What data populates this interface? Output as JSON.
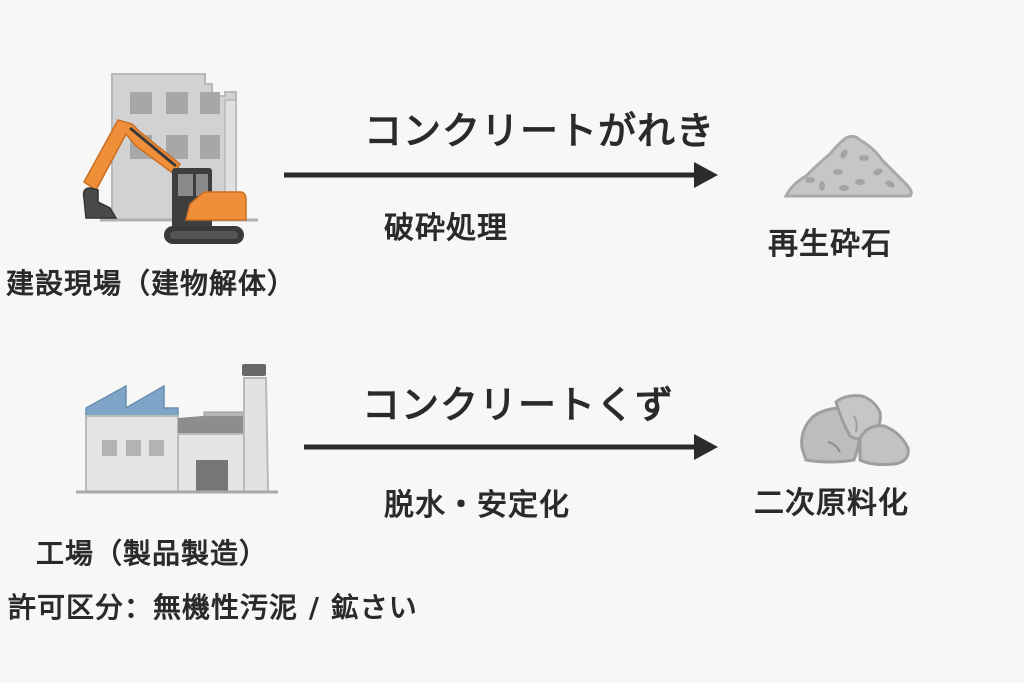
{
  "diagram": {
    "flows": [
      {
        "source": {
          "label": "建設現場（建物解体）",
          "icon": "demolition-site-icon"
        },
        "material": "コンクリートがれき",
        "process": "破砕処理",
        "product": {
          "label": "再生砕石",
          "icon": "gravel-pile-icon"
        }
      },
      {
        "source": {
          "label": "工場（製品製造）",
          "icon": "factory-icon",
          "permit_note": "許可区分：無機性汚泥 / 鉱さい"
        },
        "material": "コンクリートくず",
        "process": "脱水・安定化",
        "product": {
          "label": "二次原料化",
          "icon": "rock-chunks-icon"
        }
      }
    ],
    "colors": {
      "background": "#f7f7f6",
      "text": "#2a2a2a",
      "arrow": "#2b2b2b",
      "excavator": "#ef8f3a",
      "building": "#d3d3d3",
      "factory_roof": "#7ea5c7",
      "stone": "#bdbdbd"
    }
  }
}
